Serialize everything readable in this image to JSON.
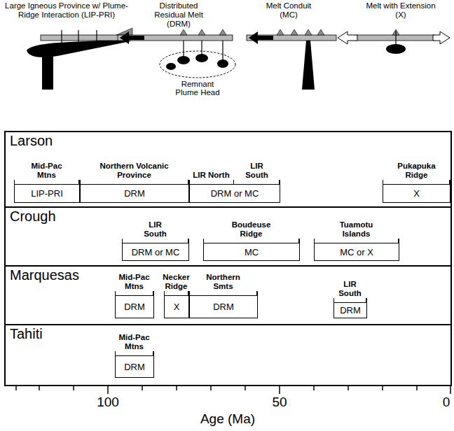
{
  "diagram": {
    "nodes": [
      {
        "text": [
          "Remnant Plume Head"
        ]
      },
      {
        "text": [
          "Larson"
        ]
      },
      {
        "text": [
          "Mid-Pac Mtns",
          "LIP-PRI"
        ],
        "in": 1
      },
      {
        "text": [
          "Northern Volcanic Province",
          "DRM"
        ],
        "in": 1
      },
      {
        "text": [
          "LIR North",
          "LIR South",
          "DRM or MC"
        ],
        "in": 1
      },
      {
        "text": [
          "Pukapuka Ridge",
          "X"
        ],
        "in": 1
      },
      {
        "text": [
          "Crough"
        ]
      },
      {
        "text": [
          "LIR South",
          "DRM or MC"
        ],
        "in": 6
      },
      {
        "text": [
          "Boudeuse Ridge",
          "MC"
        ],
        "in": 6
      },
      {
        "text": [
          "Tuamotu Islands",
          "MC or X"
        ],
        "in": 6
      },
      {
        "text": [
          "Marquesas"
        ]
      },
      {
        "text": [
          "Mid-Pac Mtns",
          "DRM"
        ],
        "in": 10
      },
      {
        "text": [
          "Necker Ridge",
          "X"
        ],
        "in": 10
      },
      {
        "text": [
          "Northern Smts",
          "DRM"
        ],
        "in": 10
      },
      {
        "text": [
          "LIR South",
          "DRM"
        ],
        "in": 10
      },
      {
        "text": [
          "Tahiti"
        ]
      },
      {
        "text": [
          "Mid-Pac Mtns",
          "DRM"
        ],
        "in": 15
      }
    ],
    "labels": [
      "Large Igneous Province w/ Plume-Ridge Interaction (LIP-PRI)",
      "Distributed Residual Melt (DRM)",
      "Melt Conduit (MC)",
      "Melt with Extension (X)",
      "100",
      "50",
      "0",
      "Age (Ma)"
    ]
  }
}
